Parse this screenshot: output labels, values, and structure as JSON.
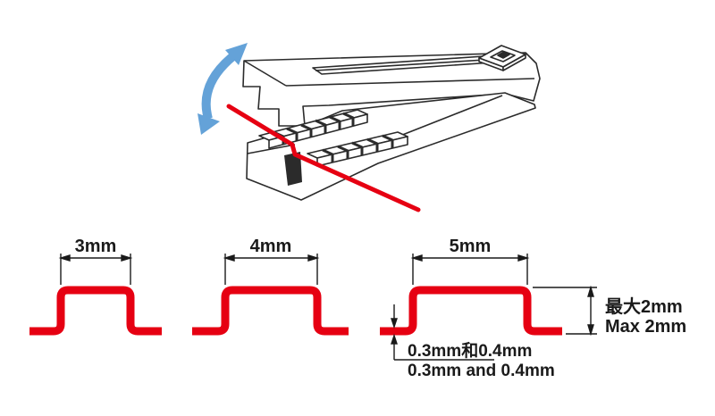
{
  "tool_illustration": {
    "rotation_arrow_icon": "curved-double-arrow",
    "arrow_color": "#64a2d8",
    "part_line_color": "#e60012",
    "outline_color": "#2b2b2b"
  },
  "bend_profiles": {
    "profile_color": "#e60012",
    "items": [
      {
        "label": "3mm"
      },
      {
        "label": "4mm"
      },
      {
        "label": "5mm"
      }
    ],
    "max_height_label_cjk": "最大2mm",
    "max_height_label_en": "Max 2mm",
    "thickness_label_cjk": "0.3mm和0.4mm",
    "thickness_label_en": "0.3mm and 0.4mm"
  }
}
